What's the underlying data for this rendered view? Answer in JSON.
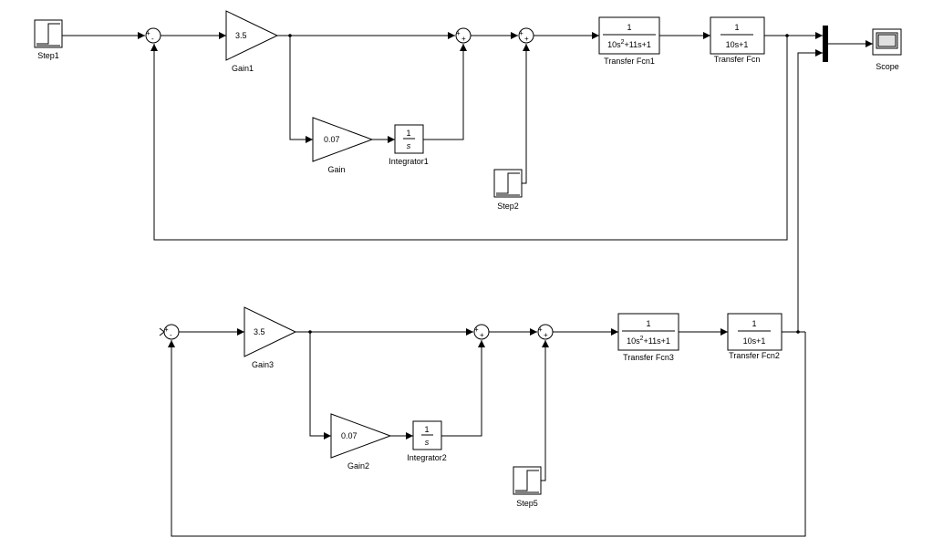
{
  "blocks": {
    "step1": {
      "label": "Step1"
    },
    "step2": {
      "label": "Step2"
    },
    "step5": {
      "label": "Step5"
    },
    "gain1": {
      "label": "Gain1",
      "value": "3.5"
    },
    "gain": {
      "label": "Gain",
      "value": "0.07"
    },
    "gain3": {
      "label": "Gain3",
      "value": "3.5"
    },
    "gain2": {
      "label": "Gain2",
      "value": "0.07"
    },
    "integrator1": {
      "label": "Integrator1",
      "num": "1",
      "den": "s"
    },
    "integrator2": {
      "label": "Integrator2",
      "num": "1",
      "den": "s"
    },
    "tf1": {
      "label": "Transfer Fcn1",
      "num": "1",
      "den_pre": "10s",
      "den_exp": "2",
      "den_post": "+11s+1"
    },
    "tf": {
      "label": "Transfer Fcn",
      "num": "1",
      "den": "10s+1"
    },
    "tf3": {
      "label": "Transfer Fcn3",
      "num": "1",
      "den_pre": "10s",
      "den_exp": "2",
      "den_post": "+11s+1"
    },
    "tf2": {
      "label": "Transfer Fcn2",
      "num": "1",
      "den": "10s+1"
    },
    "scope": {
      "label": "Scope"
    },
    "sum_signs": {
      "plus": "+",
      "minus": "-"
    }
  }
}
